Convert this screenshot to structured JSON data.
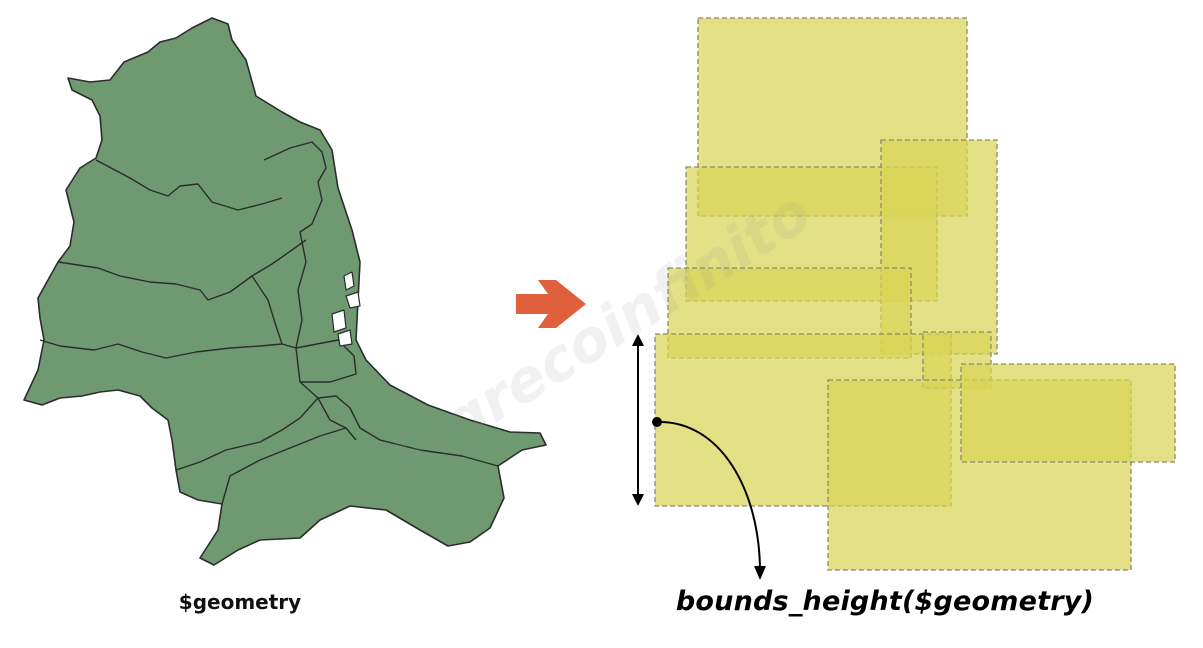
{
  "labels": {
    "input": "$geometry",
    "output": "bounds_height($geometry)"
  },
  "watermark": "Pigrecoinfinito",
  "colors": {
    "polygon_fill": "#6f9970",
    "polygon_stroke": "#2c2c2c",
    "bbox_fill": "#d9d456",
    "bbox_stroke": "#8a8a70",
    "arrow": "#e0603e",
    "annotation": "#000000"
  },
  "icons": {
    "transform_arrow": "right-arrow-icon"
  }
}
